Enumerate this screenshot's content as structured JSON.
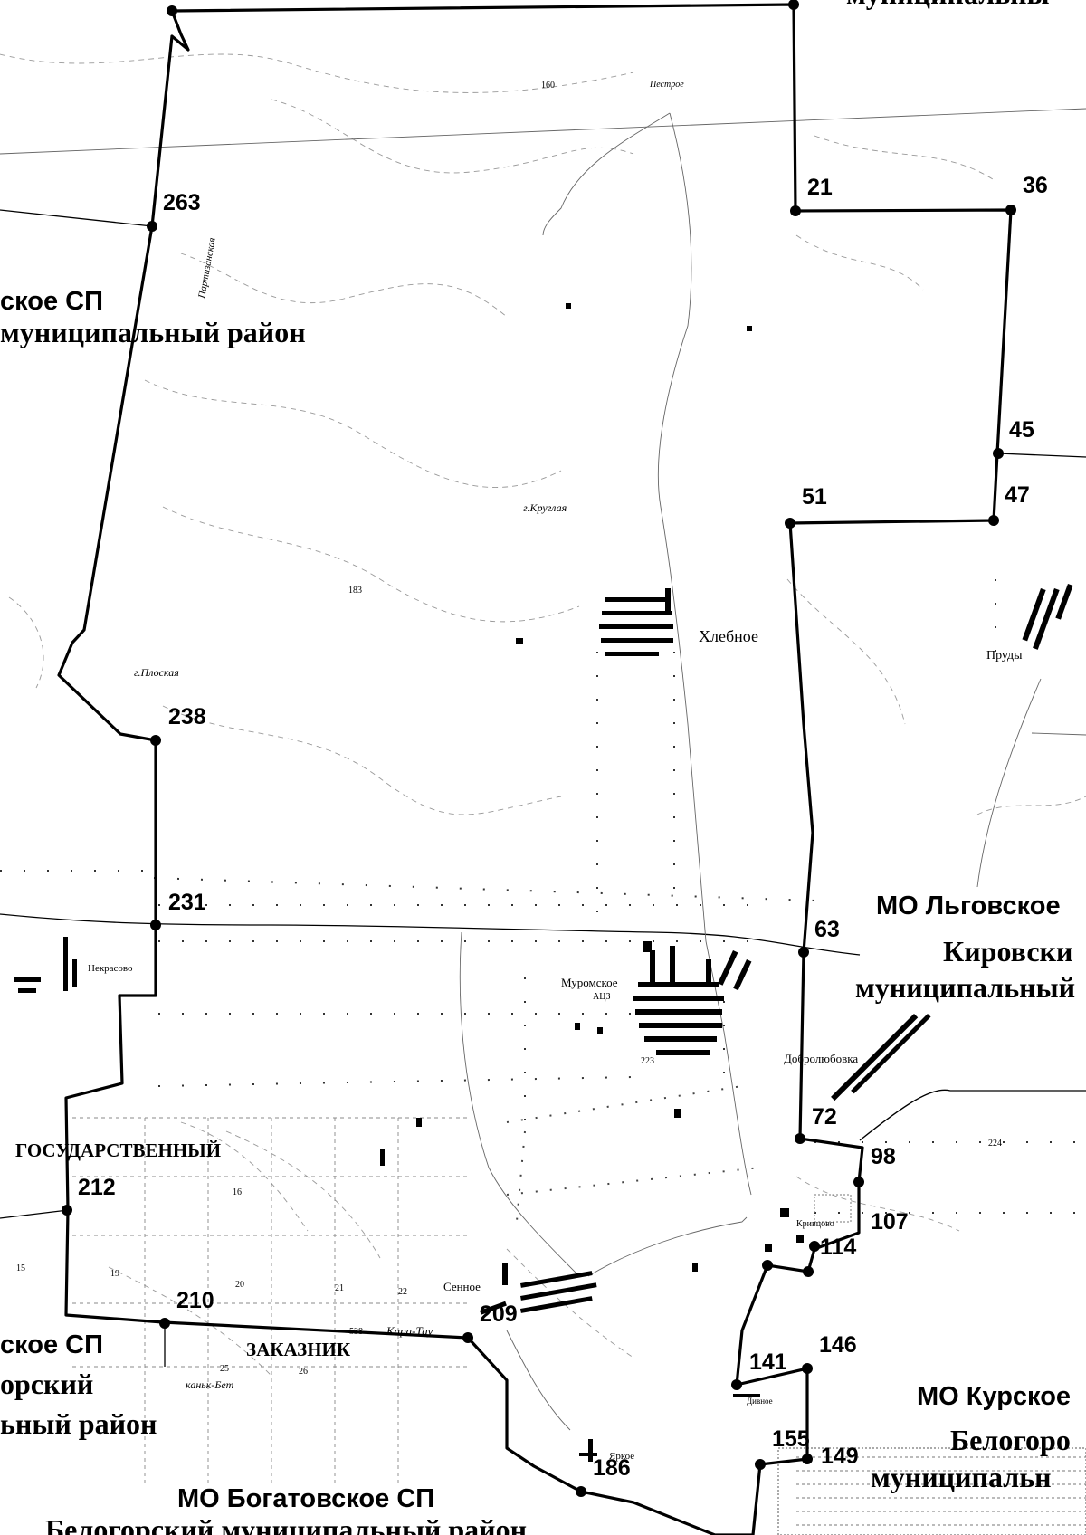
{
  "points": [
    {
      "id": "21",
      "label": "21"
    },
    {
      "id": "36",
      "label": "36"
    },
    {
      "id": "45",
      "label": "45"
    },
    {
      "id": "47",
      "label": "47"
    },
    {
      "id": "51",
      "label": "51"
    },
    {
      "id": "63",
      "label": "63"
    },
    {
      "id": "72",
      "label": "72"
    },
    {
      "id": "98",
      "label": "98"
    },
    {
      "id": "107",
      "label": "107"
    },
    {
      "id": "114",
      "label": "114"
    },
    {
      "id": "141",
      "label": "141"
    },
    {
      "id": "146",
      "label": "146"
    },
    {
      "id": "149",
      "label": "149"
    },
    {
      "id": "155",
      "label": "155"
    },
    {
      "id": "186",
      "label": "186"
    },
    {
      "id": "209",
      "label": "209"
    },
    {
      "id": "210",
      "label": "210"
    },
    {
      "id": "212",
      "label": "212"
    },
    {
      "id": "231",
      "label": "231"
    },
    {
      "id": "238",
      "label": "238"
    },
    {
      "id": "263",
      "label": "263"
    }
  ],
  "regions": {
    "top_right": "муниципальны",
    "nw_line1": "ское СП",
    "nw_line2": "муниципальный район",
    "lgov_line1": "МО Льговское",
    "lgov_line2": "Кировски",
    "lgov_line3": "муниципальный",
    "sw_line1": "ское  СП",
    "sw_line2": "орский",
    "sw_line3": "ьный район",
    "kursk_line1": "МО Курское",
    "kursk_line2": "Белогоро",
    "kursk_line3": "муниципальн",
    "bogat_line1": "МО Богатовское СП",
    "bogat_line2": "Белогорский муниципальный район",
    "reserve_line1": "ГОСУДАРСТВЕННЫЙ",
    "reserve_line2": "ЗАКАЗНИК"
  },
  "settlements": {
    "khlebnoe": "Хлебное",
    "prudy": "Пруды",
    "nekrasovo": "Некрасово",
    "muromskoe": "Муромское",
    "muromskoe_sub": "АЦЗ",
    "dobrolyubovka": "Добролюбовка",
    "kryaglovo": "Кривцово",
    "sennoe": "Сенное",
    "dinnoe": "Дивное",
    "yarkoe": "Яркое"
  },
  "terrain": {
    "h160": "160",
    "h183": "183",
    "h223": "223",
    "h224": "224",
    "h538": "538",
    "kruglaya": "г.Круглая",
    "ploskaya": "г.Плоская",
    "kara_tau": "Кара-Тау",
    "kanyk_bet": "каньк-Бет",
    "partizanskaya": "Партизанская",
    "pestrop": "Пестрое",
    "n16": "16",
    "n19": "19",
    "n20": "20",
    "n21": "21",
    "n22": "22",
    "n25": "25",
    "n26": "26",
    "n15": "15"
  }
}
